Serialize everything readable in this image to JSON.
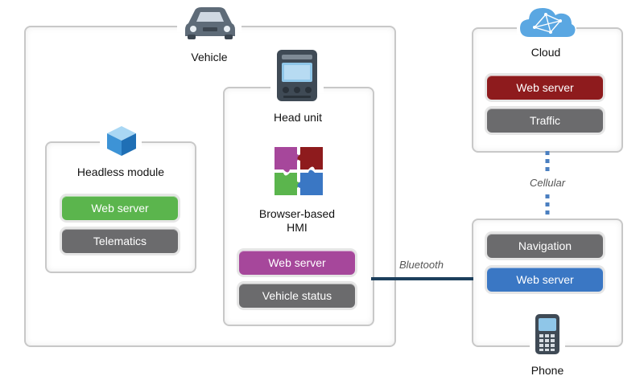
{
  "vehicle": {
    "label": "Vehicle",
    "icon": "car-icon"
  },
  "headless_module": {
    "label": "Headless module",
    "icon": "cube-icon",
    "web_server": "Web server",
    "telematics": "Telematics"
  },
  "head_unit": {
    "label": "Head unit",
    "icon": "head-unit-icon",
    "hmi_label_line1": "Browser-based",
    "hmi_label_line2": "HMI",
    "hmi_icon": "puzzle-icon",
    "web_server": "Web server",
    "vehicle_status": "Vehicle status"
  },
  "cloud": {
    "label": "Cloud",
    "icon": "cloud-icon",
    "web_server": "Web server",
    "traffic": "Traffic"
  },
  "phone": {
    "label": "Phone",
    "icon": "phone-icon",
    "navigation": "Navigation",
    "web_server": "Web server"
  },
  "links": {
    "bluetooth": "Bluetooth",
    "cellular": "Cellular"
  },
  "colors": {
    "green": "#5bb54d",
    "gray": "#6b6b6d",
    "purple": "#a6479b",
    "dark_red": "#8e1b1d",
    "blue": "#3a77c4",
    "link": "#1d3f5c",
    "cellular_dots": "#4a7fc0"
  }
}
